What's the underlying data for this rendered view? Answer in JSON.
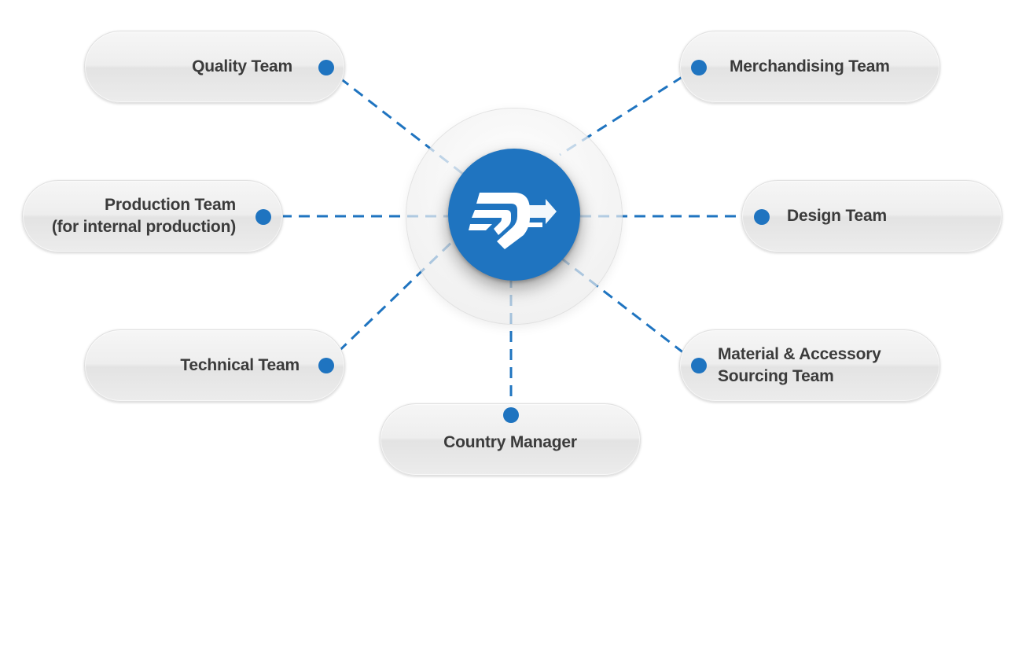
{
  "diagram": {
    "brand_color": "#1f74c0",
    "connector_color": "#1f74c0",
    "hub": {
      "icon": "company-logo-icon"
    },
    "nodes": [
      {
        "id": "quality",
        "lines": [
          "Quality Team"
        ]
      },
      {
        "id": "merchandising",
        "lines": [
          "Merchandising Team"
        ]
      },
      {
        "id": "production",
        "lines": [
          "Production Team",
          "(for internal production)"
        ]
      },
      {
        "id": "design",
        "lines": [
          "Design Team"
        ]
      },
      {
        "id": "technical",
        "lines": [
          "Technical Team"
        ]
      },
      {
        "id": "material",
        "lines": [
          "Material & Accessory",
          "Sourcing Team"
        ]
      },
      {
        "id": "country",
        "lines": [
          "Country Manager"
        ]
      }
    ]
  }
}
